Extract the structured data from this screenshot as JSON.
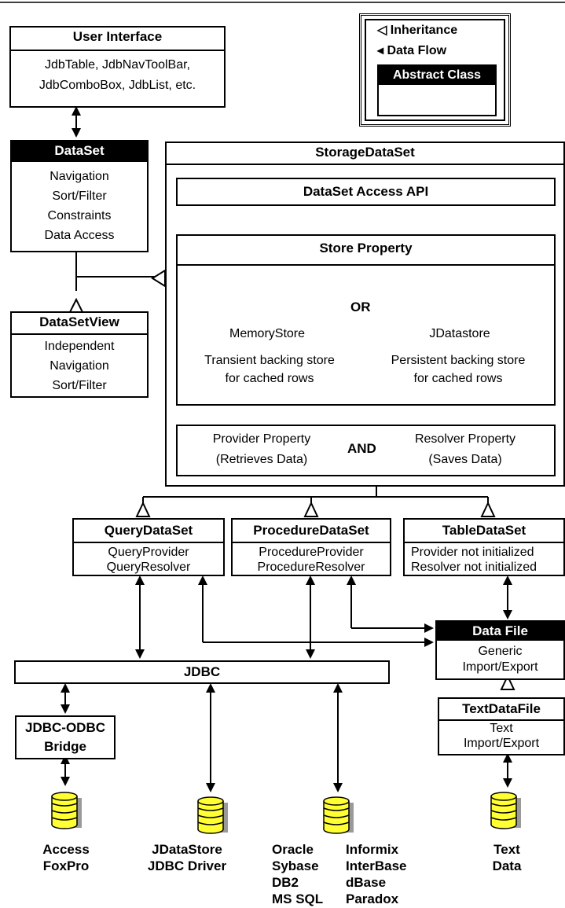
{
  "legend": {
    "inheritance": "◁ Inheritance",
    "data_flow": "◂ Data Flow",
    "abstract_class": "Abstract Class"
  },
  "user_interface": {
    "title": "User Interface",
    "line1": "JdbTable, JdbNavToolBar,",
    "line2": "JdbComboBox, JdbList, etc."
  },
  "dataset": {
    "title": "DataSet",
    "items": [
      "Navigation",
      "Sort/Filter",
      "Constraints",
      "Data Access"
    ]
  },
  "datasetview": {
    "title": "DataSetView",
    "items": [
      "Independent",
      "Navigation",
      "Sort/Filter"
    ]
  },
  "storage": {
    "title": "StorageDataSet",
    "access_api": "DataSet Access API",
    "store_property": "Store Property",
    "or": "OR",
    "memory_store": {
      "name": "MemoryStore",
      "desc1": "Transient backing store",
      "desc2": "for cached rows"
    },
    "jdatastore": {
      "name": "JDatastore",
      "desc1": "Persistent backing store",
      "desc2": "for cached rows"
    },
    "provider": {
      "line1": "Provider Property",
      "line2": "(Retrieves Data)"
    },
    "and": "AND",
    "resolver": {
      "line1": "Resolver Property",
      "line2": "(Saves Data)"
    }
  },
  "query": {
    "title": "QueryDataSet",
    "line1": "QueryProvider",
    "line2": "QueryResolver"
  },
  "procedure": {
    "title": "ProcedureDataSet",
    "line1": "ProcedureProvider",
    "line2": "ProcedureResolver"
  },
  "table": {
    "title": "TableDataSet",
    "line1": "Provider not initialized",
    "line2": "Resolver not initialized"
  },
  "datafile": {
    "title": "Data File",
    "line1": "Generic",
    "line2": "Import/Export"
  },
  "textdatafile": {
    "title": "TextDataFile",
    "line1": "Text",
    "line2": "Import/Export"
  },
  "jdbc": {
    "title": "JDBC"
  },
  "bridge": {
    "line1": "JDBC-ODBC",
    "line2": "Bridge"
  },
  "databases": {
    "access": [
      "Access",
      "FoxPro"
    ],
    "jdatastore_driver": [
      "JDataStore",
      "JDBC Driver"
    ],
    "oracle_group": [
      "Oracle",
      "Sybase",
      "DB2",
      "MS SQL"
    ],
    "informix_group": [
      "Informix",
      "InterBase",
      "dBase",
      "Paradox"
    ],
    "text_data": [
      "Text",
      "Data"
    ]
  }
}
